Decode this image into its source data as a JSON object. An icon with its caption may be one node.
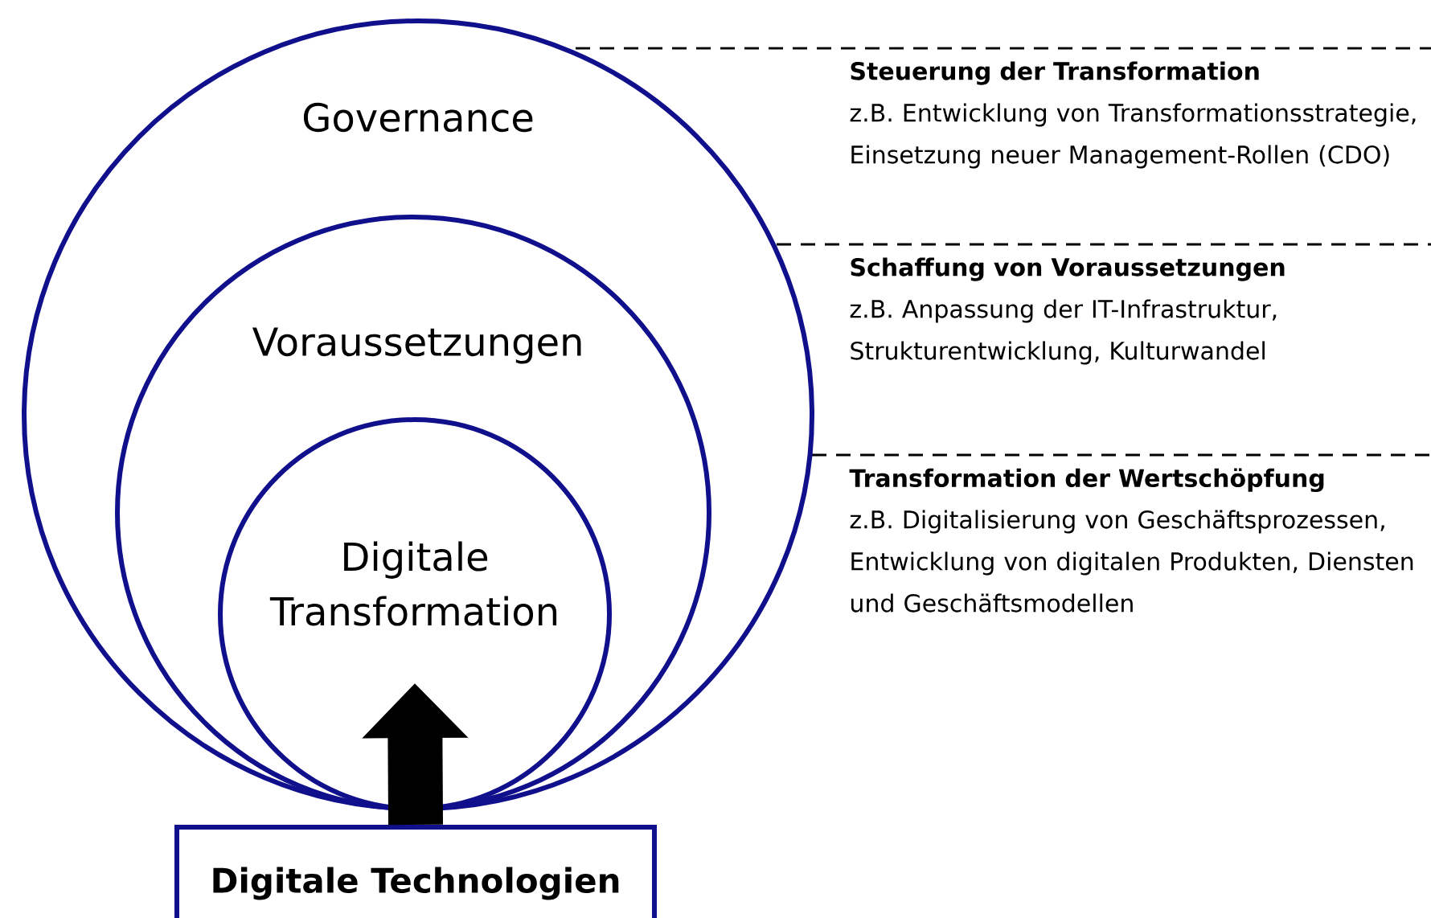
{
  "diagram": {
    "nodes": [
      {
        "text": [
          "Governance"
        ]
      },
      {
        "text": [
          "Voraussetzungen"
        ],
        "in": 0
      },
      {
        "text": [
          "Digitale Transformation"
        ],
        "in": 1
      },
      {
        "text": [
          "Digitale Technologien"
        ]
      }
    ],
    "edges": [
      {
        "from": 3,
        "to": 2,
        "arrow": "to"
      }
    ],
    "labels": [
      "Steuerung der Transformation",
      "z.B. Entwicklung von Transformationsstrategie, Einsetzung neuer Management-Rollen (CDO)",
      "Schaffung von Voraussetzungen",
      "z.B. Anpassung der IT-Infrastruktur, Strukturentwicklung, Kulturwandel",
      "Transformation der Wertschöpfung",
      "z.B. Digitalisierung von Geschäftsprozessen, Entwicklung von digitalen Produkten, Diensten und Geschäftsmodellen"
    ]
  }
}
